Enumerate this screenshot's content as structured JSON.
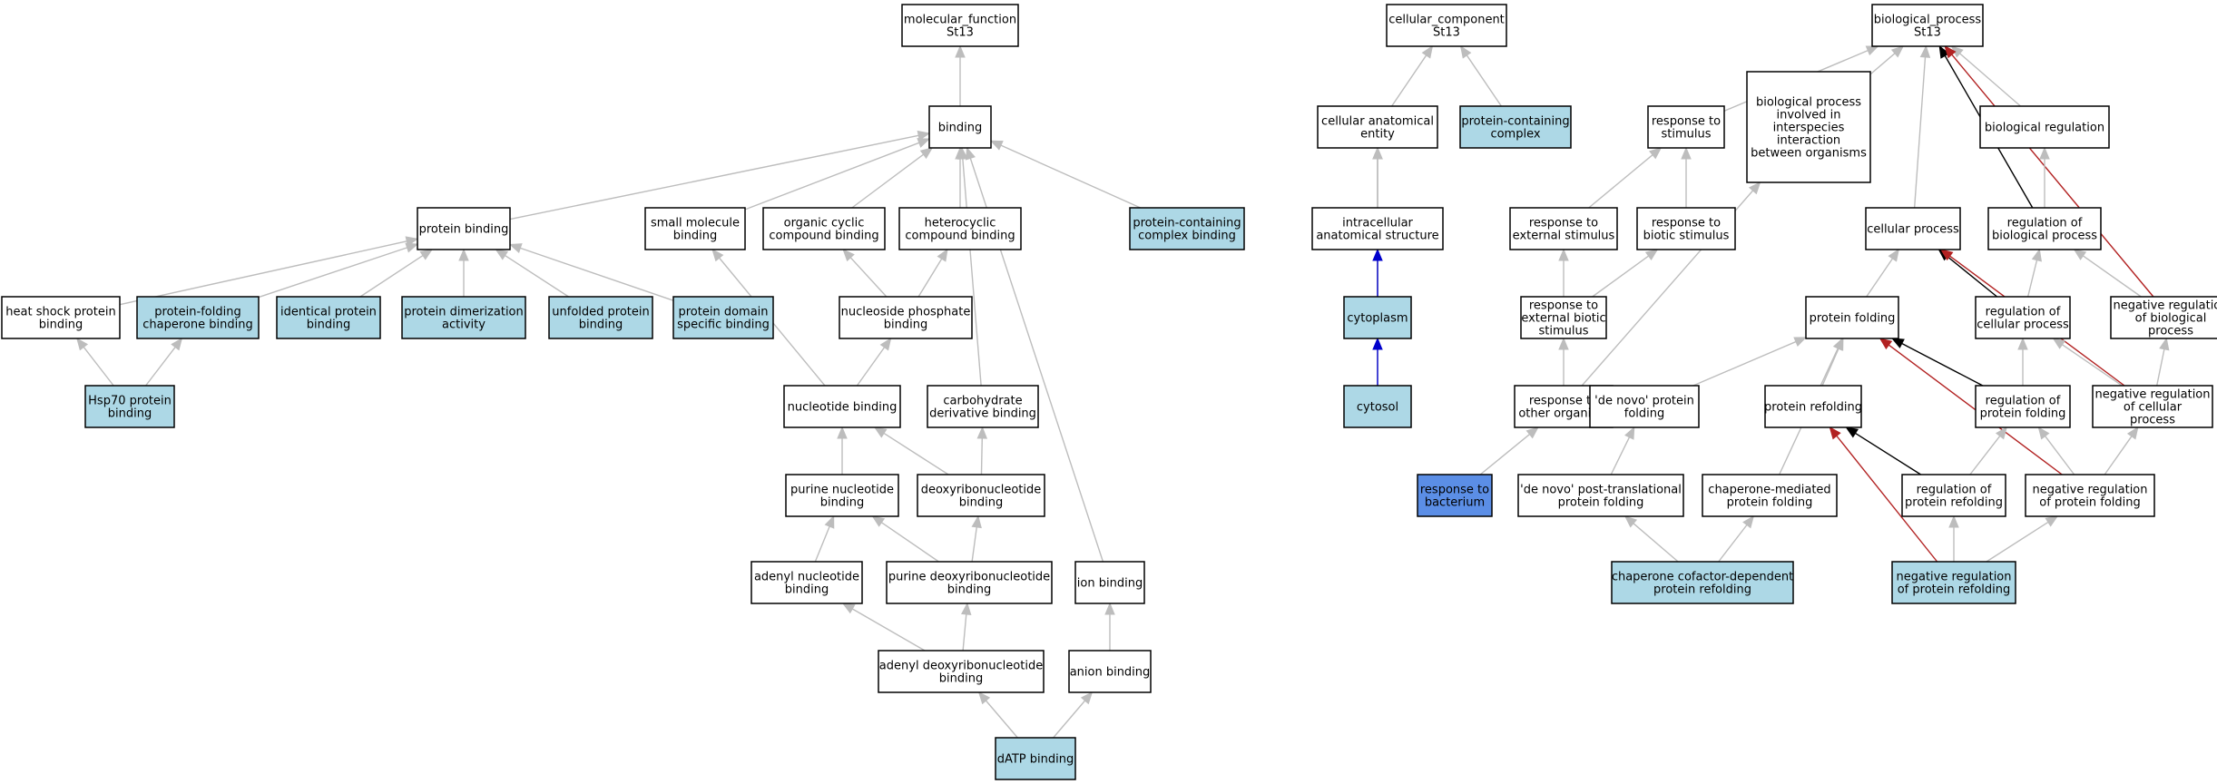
{
  "colors": {
    "default_fill": "#ffffff",
    "annotated_fill": "#add8e6",
    "query_fill": "#5b8ee6",
    "is_a": "#bdbdbd",
    "part_of": "#0000cc",
    "regulates": "#000000",
    "negatively_regulates": "#b22222"
  },
  "nodes": [
    {
      "id": "mf",
      "lines": [
        "molecular_function",
        "St13"
      ],
      "style": "default"
    },
    {
      "id": "cc",
      "lines": [
        "cellular_component",
        "St13"
      ],
      "style": "default"
    },
    {
      "id": "bp",
      "lines": [
        "biological_process",
        "St13"
      ],
      "style": "default"
    },
    {
      "id": "binding",
      "lines": [
        "binding"
      ],
      "style": "default"
    },
    {
      "id": "cae",
      "lines": [
        "cellular anatomical",
        "entity"
      ],
      "style": "default"
    },
    {
      "id": "pcc",
      "lines": [
        "protein-containing",
        "complex"
      ],
      "style": "annotated"
    },
    {
      "id": "rts",
      "lines": [
        "response to",
        "stimulus"
      ],
      "style": "default"
    },
    {
      "id": "bpio",
      "lines": [
        "biological process",
        "involved in",
        "interspecies",
        "interaction",
        "between organisms"
      ],
      "style": "default"
    },
    {
      "id": "bioreg",
      "lines": [
        "biological regulation"
      ],
      "style": "default"
    },
    {
      "id": "protbind",
      "lines": [
        "protein binding"
      ],
      "style": "default"
    },
    {
      "id": "smb",
      "lines": [
        "small molecule",
        "binding"
      ],
      "style": "default"
    },
    {
      "id": "occb",
      "lines": [
        "organic cyclic",
        "compound binding"
      ],
      "style": "default"
    },
    {
      "id": "hcb",
      "lines": [
        "heterocyclic",
        "compound binding"
      ],
      "style": "default"
    },
    {
      "id": "pccb",
      "lines": [
        "protein-containing",
        "complex binding"
      ],
      "style": "annotated"
    },
    {
      "id": "ias",
      "lines": [
        "intracellular",
        "anatomical structure"
      ],
      "style": "default"
    },
    {
      "id": "rtes",
      "lines": [
        "response to",
        "external stimulus"
      ],
      "style": "default"
    },
    {
      "id": "rtbs",
      "lines": [
        "response to",
        "biotic stimulus"
      ],
      "style": "default"
    },
    {
      "id": "cellproc",
      "lines": [
        "cellular process"
      ],
      "style": "default"
    },
    {
      "id": "regbp",
      "lines": [
        "regulation of",
        "biological process"
      ],
      "style": "default"
    },
    {
      "id": "hspb",
      "lines": [
        "heat shock protein",
        "binding"
      ],
      "style": "default"
    },
    {
      "id": "pfcb",
      "lines": [
        "protein-folding",
        "chaperone binding"
      ],
      "style": "annotated"
    },
    {
      "id": "ipb",
      "lines": [
        "identical protein",
        "binding"
      ],
      "style": "annotated"
    },
    {
      "id": "pda",
      "lines": [
        "protein dimerization",
        "activity"
      ],
      "style": "annotated"
    },
    {
      "id": "upb",
      "lines": [
        "unfolded protein",
        "binding"
      ],
      "style": "annotated"
    },
    {
      "id": "pdsb",
      "lines": [
        "protein domain",
        "specific binding"
      ],
      "style": "annotated"
    },
    {
      "id": "npb",
      "lines": [
        "nucleoside phosphate",
        "binding"
      ],
      "style": "default"
    },
    {
      "id": "cytoplasm",
      "lines": [
        "cytoplasm"
      ],
      "style": "annotated"
    },
    {
      "id": "rtebs",
      "lines": [
        "response to",
        "external biotic",
        "stimulus"
      ],
      "style": "default"
    },
    {
      "id": "pf",
      "lines": [
        "protein folding"
      ],
      "style": "default"
    },
    {
      "id": "regcp",
      "lines": [
        "regulation of",
        "cellular process"
      ],
      "style": "default"
    },
    {
      "id": "negregbp",
      "lines": [
        "negative regulation",
        "of biological",
        "process"
      ],
      "style": "default"
    },
    {
      "id": "hsp70",
      "lines": [
        "Hsp70 protein",
        "binding"
      ],
      "style": "annotated"
    },
    {
      "id": "nucb",
      "lines": [
        "nucleotide binding"
      ],
      "style": "default"
    },
    {
      "id": "carbb",
      "lines": [
        "carbohydrate",
        "derivative binding"
      ],
      "style": "default"
    },
    {
      "id": "cytosol",
      "lines": [
        "cytosol"
      ],
      "style": "annotated"
    },
    {
      "id": "rtoo",
      "lines": [
        "response to",
        "other organism"
      ],
      "style": "default"
    },
    {
      "id": "dnpf",
      "lines": [
        "'de novo' protein",
        "folding"
      ],
      "style": "default"
    },
    {
      "id": "prf",
      "lines": [
        "protein refolding"
      ],
      "style": "default"
    },
    {
      "id": "regpf",
      "lines": [
        "regulation of",
        "protein folding"
      ],
      "style": "default"
    },
    {
      "id": "negregcp",
      "lines": [
        "negative regulation",
        "of cellular",
        "process"
      ],
      "style": "default"
    },
    {
      "id": "pnb",
      "lines": [
        "purine nucleotide",
        "binding"
      ],
      "style": "default"
    },
    {
      "id": "dnb",
      "lines": [
        "deoxyribonucleotide",
        "binding"
      ],
      "style": "default"
    },
    {
      "id": "rtb",
      "lines": [
        "response to",
        "bacterium"
      ],
      "style": "query"
    },
    {
      "id": "dnptpf",
      "lines": [
        "'de novo' post-translational",
        "protein folding"
      ],
      "style": "default"
    },
    {
      "id": "cmpf",
      "lines": [
        "chaperone-mediated",
        "protein folding"
      ],
      "style": "default"
    },
    {
      "id": "regprf",
      "lines": [
        "regulation of",
        "protein refolding"
      ],
      "style": "default"
    },
    {
      "id": "negregpf",
      "lines": [
        "negative regulation",
        "of protein folding"
      ],
      "style": "default"
    },
    {
      "id": "anb",
      "lines": [
        "adenyl nucleotide",
        "binding"
      ],
      "style": "default"
    },
    {
      "id": "pdnb",
      "lines": [
        "purine deoxyribonucleotide",
        "binding"
      ],
      "style": "default"
    },
    {
      "id": "ionb",
      "lines": [
        "ion binding"
      ],
      "style": "default"
    },
    {
      "id": "ccdpr",
      "lines": [
        "chaperone cofactor-dependent",
        "protein refolding"
      ],
      "style": "annotated"
    },
    {
      "id": "negregprf",
      "lines": [
        "negative regulation",
        "of protein refolding"
      ],
      "style": "annotated"
    },
    {
      "id": "adnb",
      "lines": [
        "adenyl deoxyribonucleotide",
        "binding"
      ],
      "style": "default"
    },
    {
      "id": "anionb",
      "lines": [
        "anion binding"
      ],
      "style": "default"
    },
    {
      "id": "datp",
      "lines": [
        "dATP binding"
      ],
      "style": "annotated"
    }
  ],
  "edges": [
    {
      "from": "binding",
      "to": "mf",
      "type": "is_a"
    },
    {
      "from": "cae",
      "to": "cc",
      "type": "is_a"
    },
    {
      "from": "pcc",
      "to": "cc",
      "type": "is_a"
    },
    {
      "from": "rts",
      "to": "bp",
      "type": "is_a"
    },
    {
      "from": "bpio",
      "to": "bp",
      "type": "is_a"
    },
    {
      "from": "bioreg",
      "to": "bp",
      "type": "is_a"
    },
    {
      "from": "cellproc",
      "to": "bp",
      "type": "is_a"
    },
    {
      "from": "regbp",
      "to": "bp",
      "type": "regulates"
    },
    {
      "from": "negregbp",
      "to": "bp",
      "type": "negatively_regulates"
    },
    {
      "from": "protbind",
      "to": "binding",
      "type": "is_a"
    },
    {
      "from": "smb",
      "to": "binding",
      "type": "is_a"
    },
    {
      "from": "occb",
      "to": "binding",
      "type": "is_a"
    },
    {
      "from": "hcb",
      "to": "binding",
      "type": "is_a"
    },
    {
      "from": "pccb",
      "to": "binding",
      "type": "is_a"
    },
    {
      "from": "carbb",
      "to": "binding",
      "type": "is_a"
    },
    {
      "from": "ionb",
      "to": "binding",
      "type": "is_a"
    },
    {
      "from": "hspb",
      "to": "protbind",
      "type": "is_a"
    },
    {
      "from": "pfcb",
      "to": "protbind",
      "type": "is_a"
    },
    {
      "from": "ipb",
      "to": "protbind",
      "type": "is_a"
    },
    {
      "from": "pda",
      "to": "protbind",
      "type": "is_a"
    },
    {
      "from": "upb",
      "to": "protbind",
      "type": "is_a"
    },
    {
      "from": "pdsb",
      "to": "protbind",
      "type": "is_a"
    },
    {
      "from": "hsp70",
      "to": "hspb",
      "type": "is_a"
    },
    {
      "from": "hsp70",
      "to": "pfcb",
      "type": "is_a"
    },
    {
      "from": "npb",
      "to": "occb",
      "type": "is_a"
    },
    {
      "from": "npb",
      "to": "hcb",
      "type": "is_a"
    },
    {
      "from": "nucb",
      "to": "smb",
      "type": "is_a"
    },
    {
      "from": "nucb",
      "to": "npb",
      "type": "is_a"
    },
    {
      "from": "pnb",
      "to": "nucb",
      "type": "is_a"
    },
    {
      "from": "dnb",
      "to": "nucb",
      "type": "is_a"
    },
    {
      "from": "dnb",
      "to": "carbb",
      "type": "is_a"
    },
    {
      "from": "anb",
      "to": "pnb",
      "type": "is_a"
    },
    {
      "from": "pdnb",
      "to": "pnb",
      "type": "is_a"
    },
    {
      "from": "pdnb",
      "to": "dnb",
      "type": "is_a"
    },
    {
      "from": "adnb",
      "to": "anb",
      "type": "is_a"
    },
    {
      "from": "adnb",
      "to": "pdnb",
      "type": "is_a"
    },
    {
      "from": "anionb",
      "to": "ionb",
      "type": "is_a"
    },
    {
      "from": "datp",
      "to": "adnb",
      "type": "is_a"
    },
    {
      "from": "datp",
      "to": "anionb",
      "type": "is_a"
    },
    {
      "from": "ias",
      "to": "cae",
      "type": "is_a"
    },
    {
      "from": "cytoplasm",
      "to": "cae",
      "type": "is_a"
    },
    {
      "from": "cytosol",
      "to": "cae",
      "type": "is_a"
    },
    {
      "from": "cytoplasm",
      "to": "ias",
      "type": "part_of"
    },
    {
      "from": "cytosol",
      "to": "cytoplasm",
      "type": "part_of"
    },
    {
      "from": "rtes",
      "to": "rts",
      "type": "is_a"
    },
    {
      "from": "rtbs",
      "to": "rts",
      "type": "is_a"
    },
    {
      "from": "rtebs",
      "to": "rtes",
      "type": "is_a"
    },
    {
      "from": "rtebs",
      "to": "rtbs",
      "type": "is_a"
    },
    {
      "from": "rtoo",
      "to": "rtebs",
      "type": "is_a"
    },
    {
      "from": "rtoo",
      "to": "bpio",
      "type": "is_a"
    },
    {
      "from": "rtb",
      "to": "rtoo",
      "type": "is_a"
    },
    {
      "from": "regbp",
      "to": "bioreg",
      "type": "is_a"
    },
    {
      "from": "pf",
      "to": "cellproc",
      "type": "is_a"
    },
    {
      "from": "regcp",
      "to": "cellproc",
      "type": "regulates"
    },
    {
      "from": "negregcp",
      "to": "cellproc",
      "type": "negatively_regulates"
    },
    {
      "from": "regcp",
      "to": "regbp",
      "type": "is_a"
    },
    {
      "from": "negregbp",
      "to": "regbp",
      "type": "is_a"
    },
    {
      "from": "negregcp",
      "to": "regcp",
      "type": "is_a"
    },
    {
      "from": "negregcp",
      "to": "negregbp",
      "type": "is_a"
    },
    {
      "from": "dnpf",
      "to": "pf",
      "type": "is_a"
    },
    {
      "from": "prf",
      "to": "pf",
      "type": "is_a"
    },
    {
      "from": "cmpf",
      "to": "pf",
      "type": "is_a"
    },
    {
      "from": "regpf",
      "to": "pf",
      "type": "regulates"
    },
    {
      "from": "negregpf",
      "to": "pf",
      "type": "negatively_regulates"
    },
    {
      "from": "regpf",
      "to": "regcp",
      "type": "is_a"
    },
    {
      "from": "negregpf",
      "to": "regpf",
      "type": "is_a"
    },
    {
      "from": "negregpf",
      "to": "negregcp",
      "type": "is_a"
    },
    {
      "from": "dnptpf",
      "to": "dnpf",
      "type": "is_a"
    },
    {
      "from": "regprf",
      "to": "prf",
      "type": "regulates"
    },
    {
      "from": "negregprf",
      "to": "prf",
      "type": "negatively_regulates"
    },
    {
      "from": "regprf",
      "to": "regpf",
      "type": "is_a"
    },
    {
      "from": "negregprf",
      "to": "regprf",
      "type": "is_a"
    },
    {
      "from": "negregprf",
      "to": "negregpf",
      "type": "is_a"
    },
    {
      "from": "ccdpr",
      "to": "dnptpf",
      "type": "is_a"
    },
    {
      "from": "ccdpr",
      "to": "cmpf",
      "type": "is_a"
    }
  ]
}
